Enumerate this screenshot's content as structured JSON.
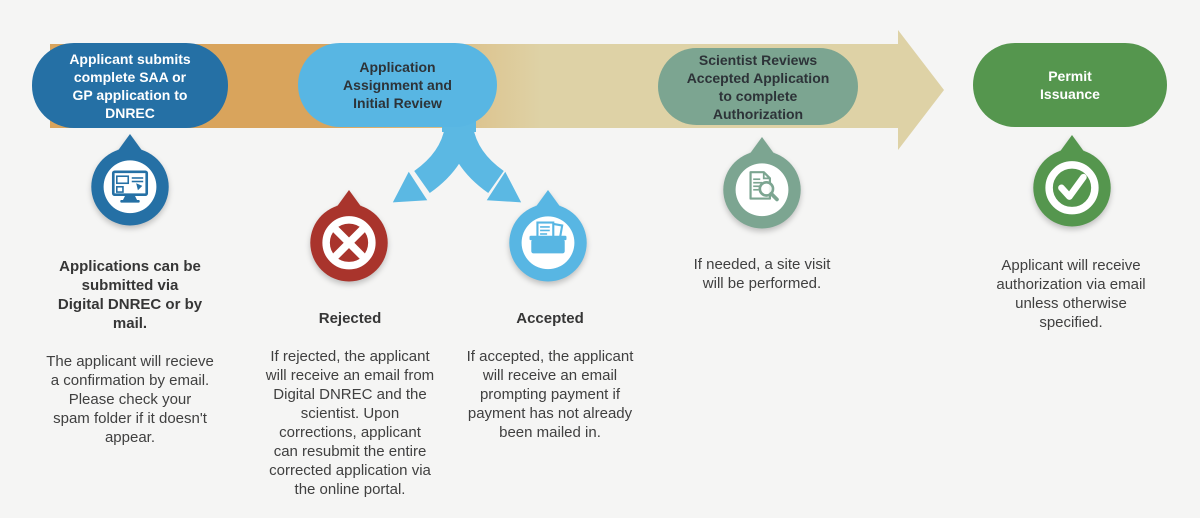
{
  "title": "DNREC permit application process flow",
  "colors": {
    "background": "#F5F5F4",
    "band_start": "#D9A45C",
    "band_end": "#DED2A6",
    "stage1_blue": "#2570A5",
    "stage2_lightblue": "#58B6E3",
    "stage3_sage": "#7CA591",
    "stage4_green": "#55964E",
    "rejected_red": "#A9342C"
  },
  "stages": [
    {
      "label": "Applicant submits\ncomplete SAA or\nGP application to\nDNREC",
      "color": "#2570A5",
      "icon": "monitor-icon"
    },
    {
      "label": "Application\nAssignment and\nInitial Review",
      "color": "#58B6E3",
      "icon": "fork-arrow"
    },
    {
      "label": "Scientist Reviews\nAccepted Application\nto complete\nAuthorization",
      "color": "#7CA591",
      "icon": "document-search-icon"
    },
    {
      "label": "Permit\nIssuance",
      "color": "#55964E",
      "icon": "check-icon"
    }
  ],
  "notes": {
    "submit": {
      "heading": "Applications can be\nsubmitted via\nDigital DNREC or by\nmail.",
      "body": "The applicant will recieve\na confirmation by email.\nPlease check your\nspam folder if it doesn't\nappear."
    },
    "rejected": {
      "heading": "Rejected",
      "body": "If rejected, the applicant\nwill receive an email from\nDigital DNREC and the\nscientist. Upon\ncorrections, applicant\ncan resubmit the entire\ncorrected application via\nthe online portal."
    },
    "accepted": {
      "heading": "Accepted",
      "body": "If accepted, the applicant\nwill receive an email\nprompting payment if\npayment has not already\nbeen mailed in."
    },
    "scientist": {
      "body": "If needed, a site visit\nwill be performed."
    },
    "permit": {
      "body": "Applicant will receive\nauthorization via email\nunless otherwise\nspecified."
    }
  }
}
